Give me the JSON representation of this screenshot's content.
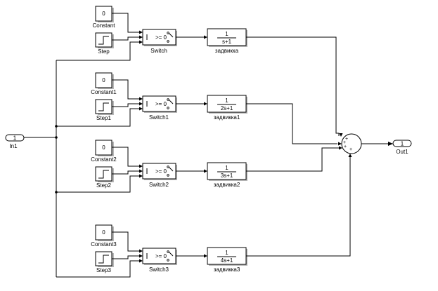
{
  "inport": {
    "number": "1",
    "label": "In1"
  },
  "outport": {
    "number": "1",
    "label": "Out1"
  },
  "sum": {
    "signs": [
      "+",
      "+",
      "+",
      "+"
    ]
  },
  "rows": [
    {
      "constant_value": "0",
      "constant_label": "Constant",
      "step_label": "Step",
      "switch_label": "Switch",
      "switch_text": ">= 0",
      "tf_num": "1",
      "tf_den": "s+1",
      "tf_label": "задвикка"
    },
    {
      "constant_value": "0",
      "constant_label": "Constant1",
      "step_label": "Step1",
      "switch_label": "Switch1",
      "switch_text": ">= 0",
      "tf_num": "1",
      "tf_den": "2s+1",
      "tf_label": "задвикка1"
    },
    {
      "constant_value": "0",
      "constant_label": "Constant2",
      "step_label": "Step2",
      "switch_label": "Switch2",
      "switch_text": ">= 0",
      "tf_num": "1",
      "tf_den": "3s+1",
      "tf_label": "задвикка2"
    },
    {
      "constant_value": "0",
      "constant_label": "Constant3",
      "step_label": "Step3",
      "switch_label": "Switch3",
      "switch_text": ">= 0",
      "tf_num": "1",
      "tf_den": "4s+1",
      "tf_label": "задвикка3"
    }
  ]
}
